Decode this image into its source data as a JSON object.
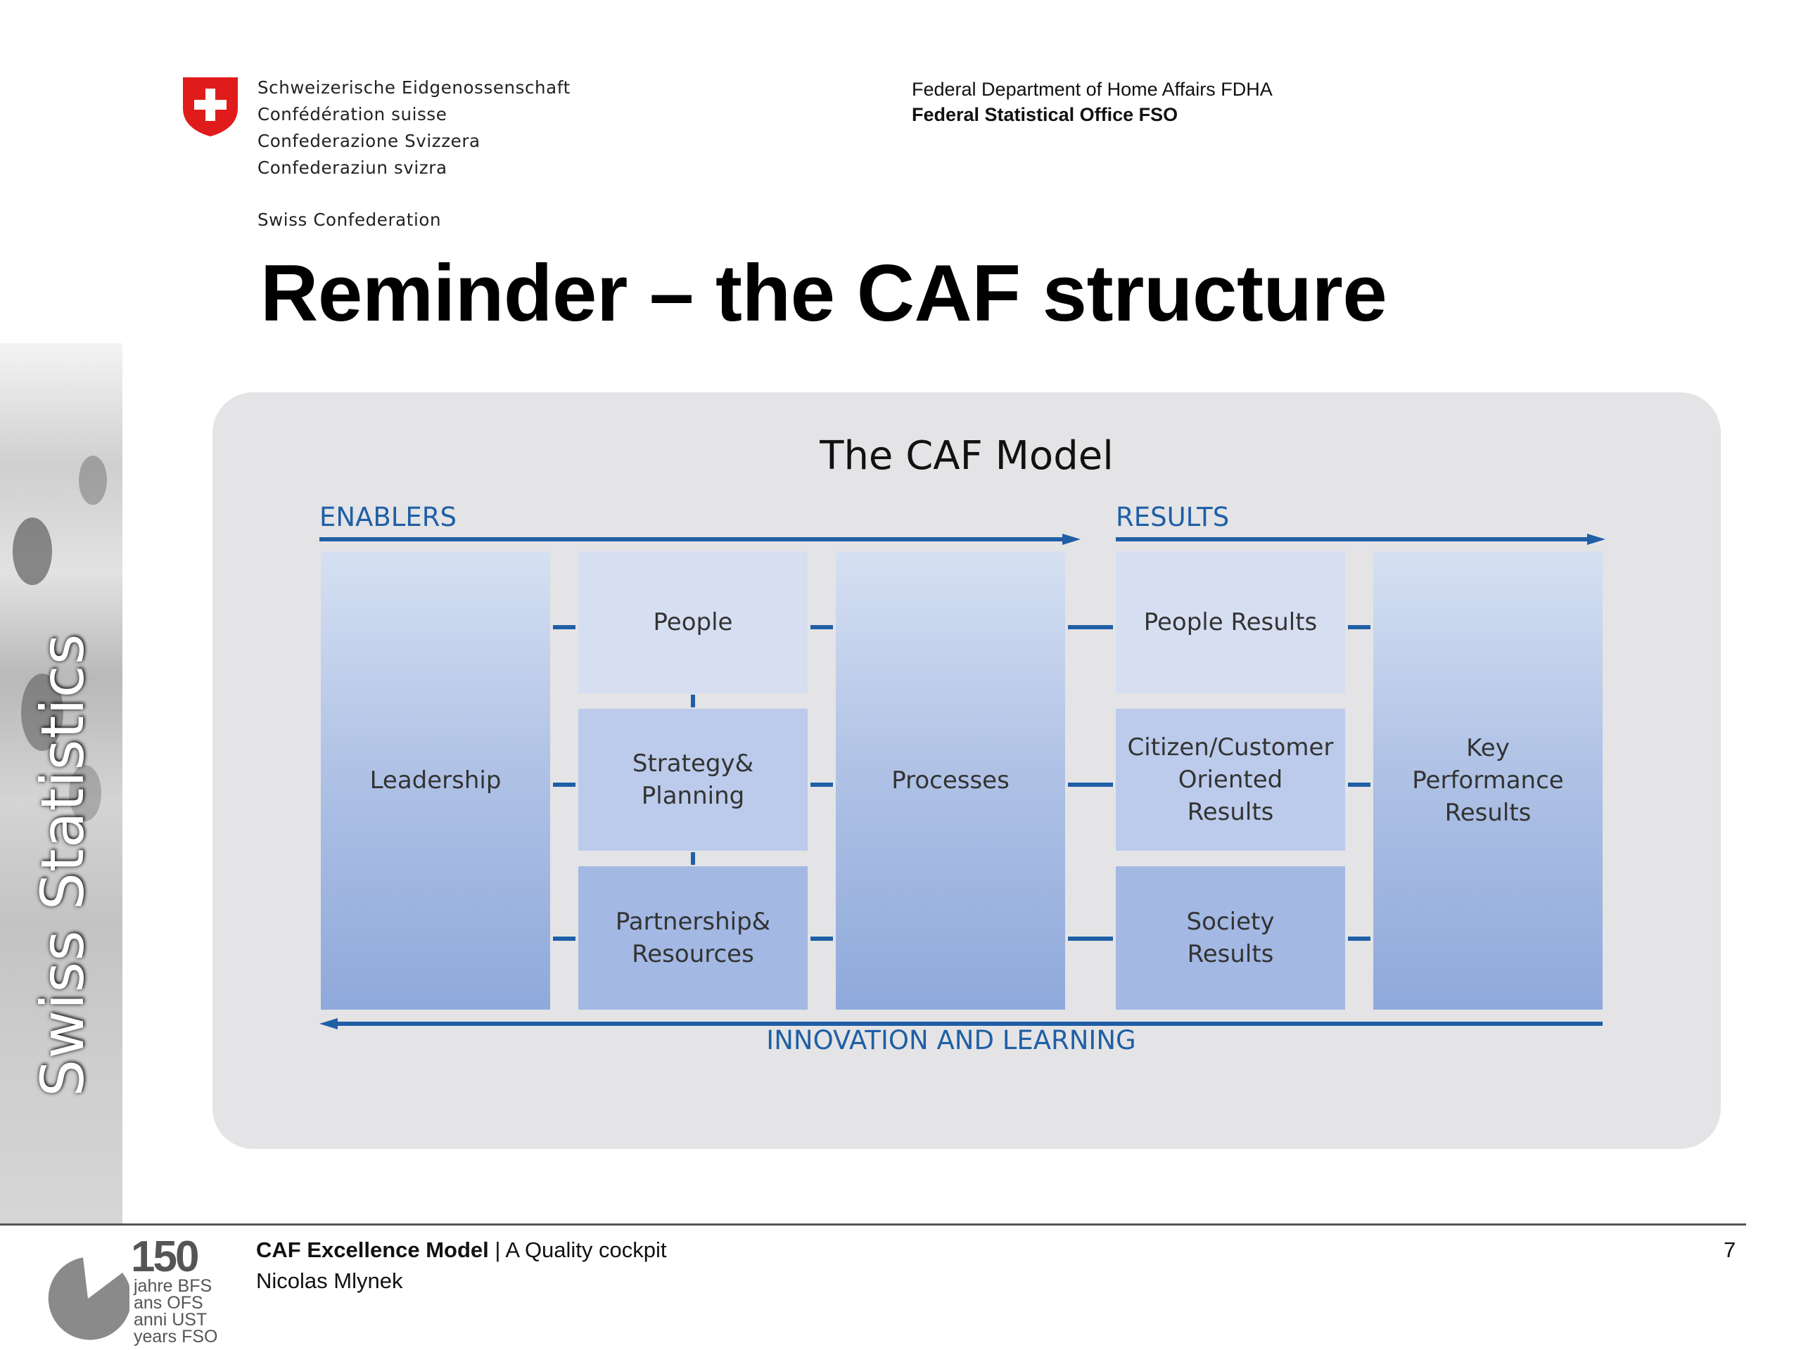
{
  "header": {
    "confederation_lines": [
      "Schweizerische Eidgenossenschaft",
      "Confédération suisse",
      "Confederazione Svizzera",
      "Confederaziun svizra"
    ],
    "confederation_en": "Swiss Confederation",
    "department": "Federal Department of Home Affairs FDHA",
    "office": "Federal Statistical Office FSO"
  },
  "title": "Reminder – the CAF structure",
  "side_label": "Swiss Statistics",
  "diagram": {
    "title": "The CAF Model",
    "enablers_label": "ENABLERS",
    "results_label": "RESULTS",
    "bottom_label": "INNOVATION AND LEARNING",
    "boxes": {
      "leadership": "Leadership",
      "people": "People",
      "strategy": "Strategy&\nPlanning",
      "partnership": "Partnership&\nResources",
      "processes": "Processes",
      "people_results": "People Results",
      "citizen_results": "Citizen/Customer\nOriented\nResults",
      "society_results": "Society\nResults",
      "key_results": "Key\nPerformance\nResults"
    },
    "colors": {
      "accent": "#1f5fa6",
      "panel": "#e4e4e6"
    }
  },
  "footer": {
    "model_bold": "CAF Excellence Model",
    "separator": " | ",
    "subtitle": "A Quality cockpit",
    "author": "Nicolas Mlynek",
    "page_number": "7",
    "anniversary": {
      "number": "150",
      "lines": [
        "jahre BFS",
        "ans OFS",
        "anni UST",
        "years FSO"
      ]
    }
  }
}
